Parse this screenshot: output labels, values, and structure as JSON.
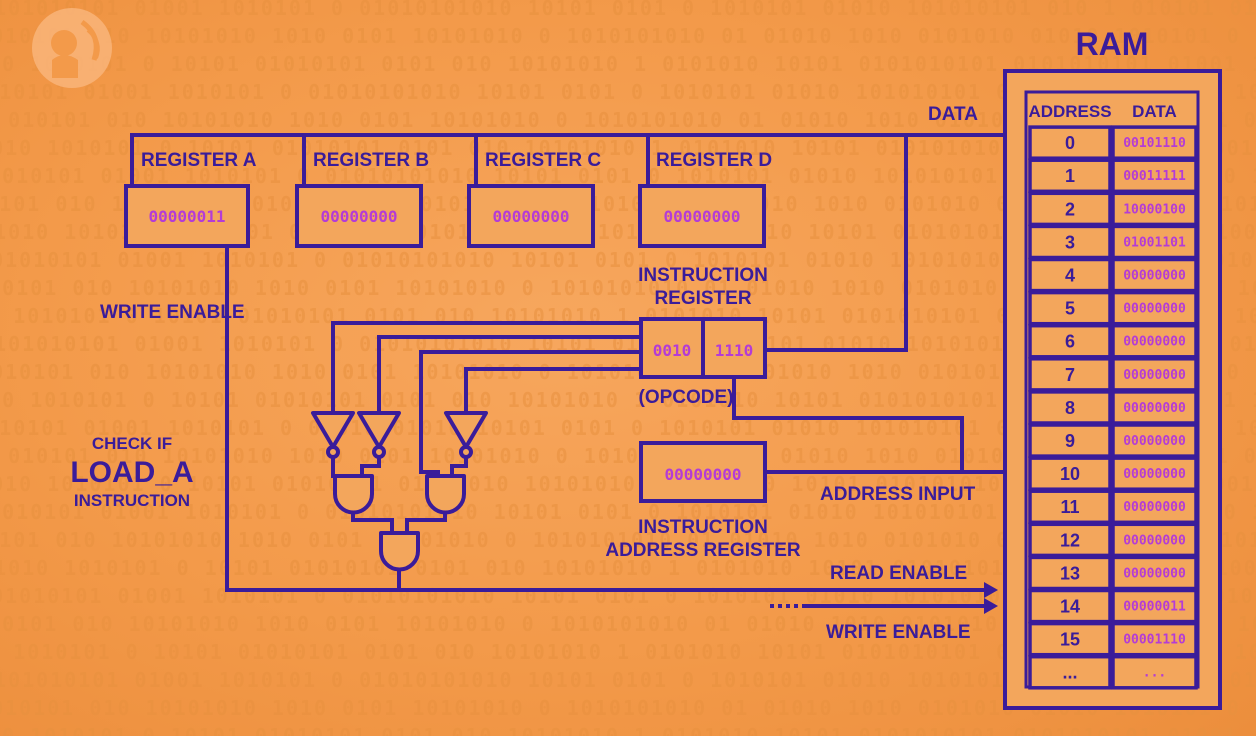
{
  "logo": {
    "name": "pbs-logo-icon"
  },
  "ram": {
    "title": "RAM",
    "headers": {
      "address": "ADDRESS",
      "data": "DATA"
    },
    "rows": [
      {
        "address": "0",
        "data": "00101110"
      },
      {
        "address": "1",
        "data": "00011111"
      },
      {
        "address": "2",
        "data": "10000100"
      },
      {
        "address": "3",
        "data": "01001101"
      },
      {
        "address": "4",
        "data": "00000000"
      },
      {
        "address": "5",
        "data": "00000000"
      },
      {
        "address": "6",
        "data": "00000000"
      },
      {
        "address": "7",
        "data": "00000000"
      },
      {
        "address": "8",
        "data": "00000000"
      },
      {
        "address": "9",
        "data": "00000000"
      },
      {
        "address": "10",
        "data": "00000000"
      },
      {
        "address": "11",
        "data": "00000000"
      },
      {
        "address": "12",
        "data": "00000000"
      },
      {
        "address": "13",
        "data": "00000000"
      },
      {
        "address": "14",
        "data": "00000011"
      },
      {
        "address": "15",
        "data": "00001110"
      },
      {
        "address": "...",
        "data": "..."
      }
    ]
  },
  "registers": [
    {
      "label": "REGISTER A",
      "value": "00000011"
    },
    {
      "label": "REGISTER B",
      "value": "00000000"
    },
    {
      "label": "REGISTER C",
      "value": "00000000"
    },
    {
      "label": "REGISTER D",
      "value": "00000000"
    }
  ],
  "instruction_register": {
    "label_line1": "INSTRUCTION",
    "label_line2": "REGISTER",
    "opcode": "0010",
    "address": "1110",
    "opcode_label": "(OPCODE)"
  },
  "instruction_address_register": {
    "value": "00000000",
    "label_line1": "INSTRUCTION",
    "label_line2": "ADDRESS REGISTER"
  },
  "labels": {
    "data": "DATA",
    "write_enable_left": "WRITE ENABLE",
    "check_if": "CHECK IF",
    "load_a": "LOAD_A",
    "instruction": "INSTRUCTION",
    "address_input": "ADDRESS INPUT",
    "read_enable": "READ ENABLE",
    "write_enable_right": "WRITE ENABLE"
  },
  "colors": {
    "ink": "#3a1c9a",
    "value": "#b43cd6",
    "background": "#f39a4a"
  }
}
